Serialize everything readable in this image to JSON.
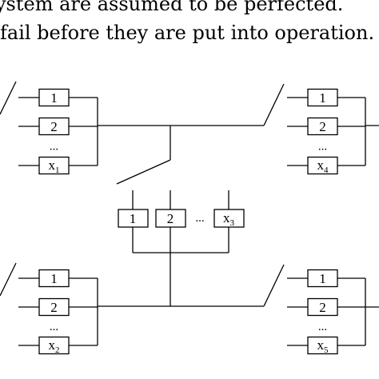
{
  "text_lines": [
    "ystem are assumed to be perfected.",
    "fail before they are put into operation."
  ],
  "subsystems": [
    {
      "labels": [
        "1",
        "2",
        "...",
        "x"
      ],
      "subscript": "1"
    },
    {
      "labels": [
        "1",
        "2",
        "...",
        "x"
      ],
      "subscript": "2"
    },
    {
      "labels": [
        "1",
        "2",
        "...",
        "x"
      ],
      "subscript": "3"
    },
    {
      "labels": [
        "1",
        "2",
        "...",
        "x"
      ],
      "subscript": "4"
    },
    {
      "labels": [
        "1",
        "2",
        "...",
        "x"
      ],
      "subscript": "5"
    }
  ]
}
